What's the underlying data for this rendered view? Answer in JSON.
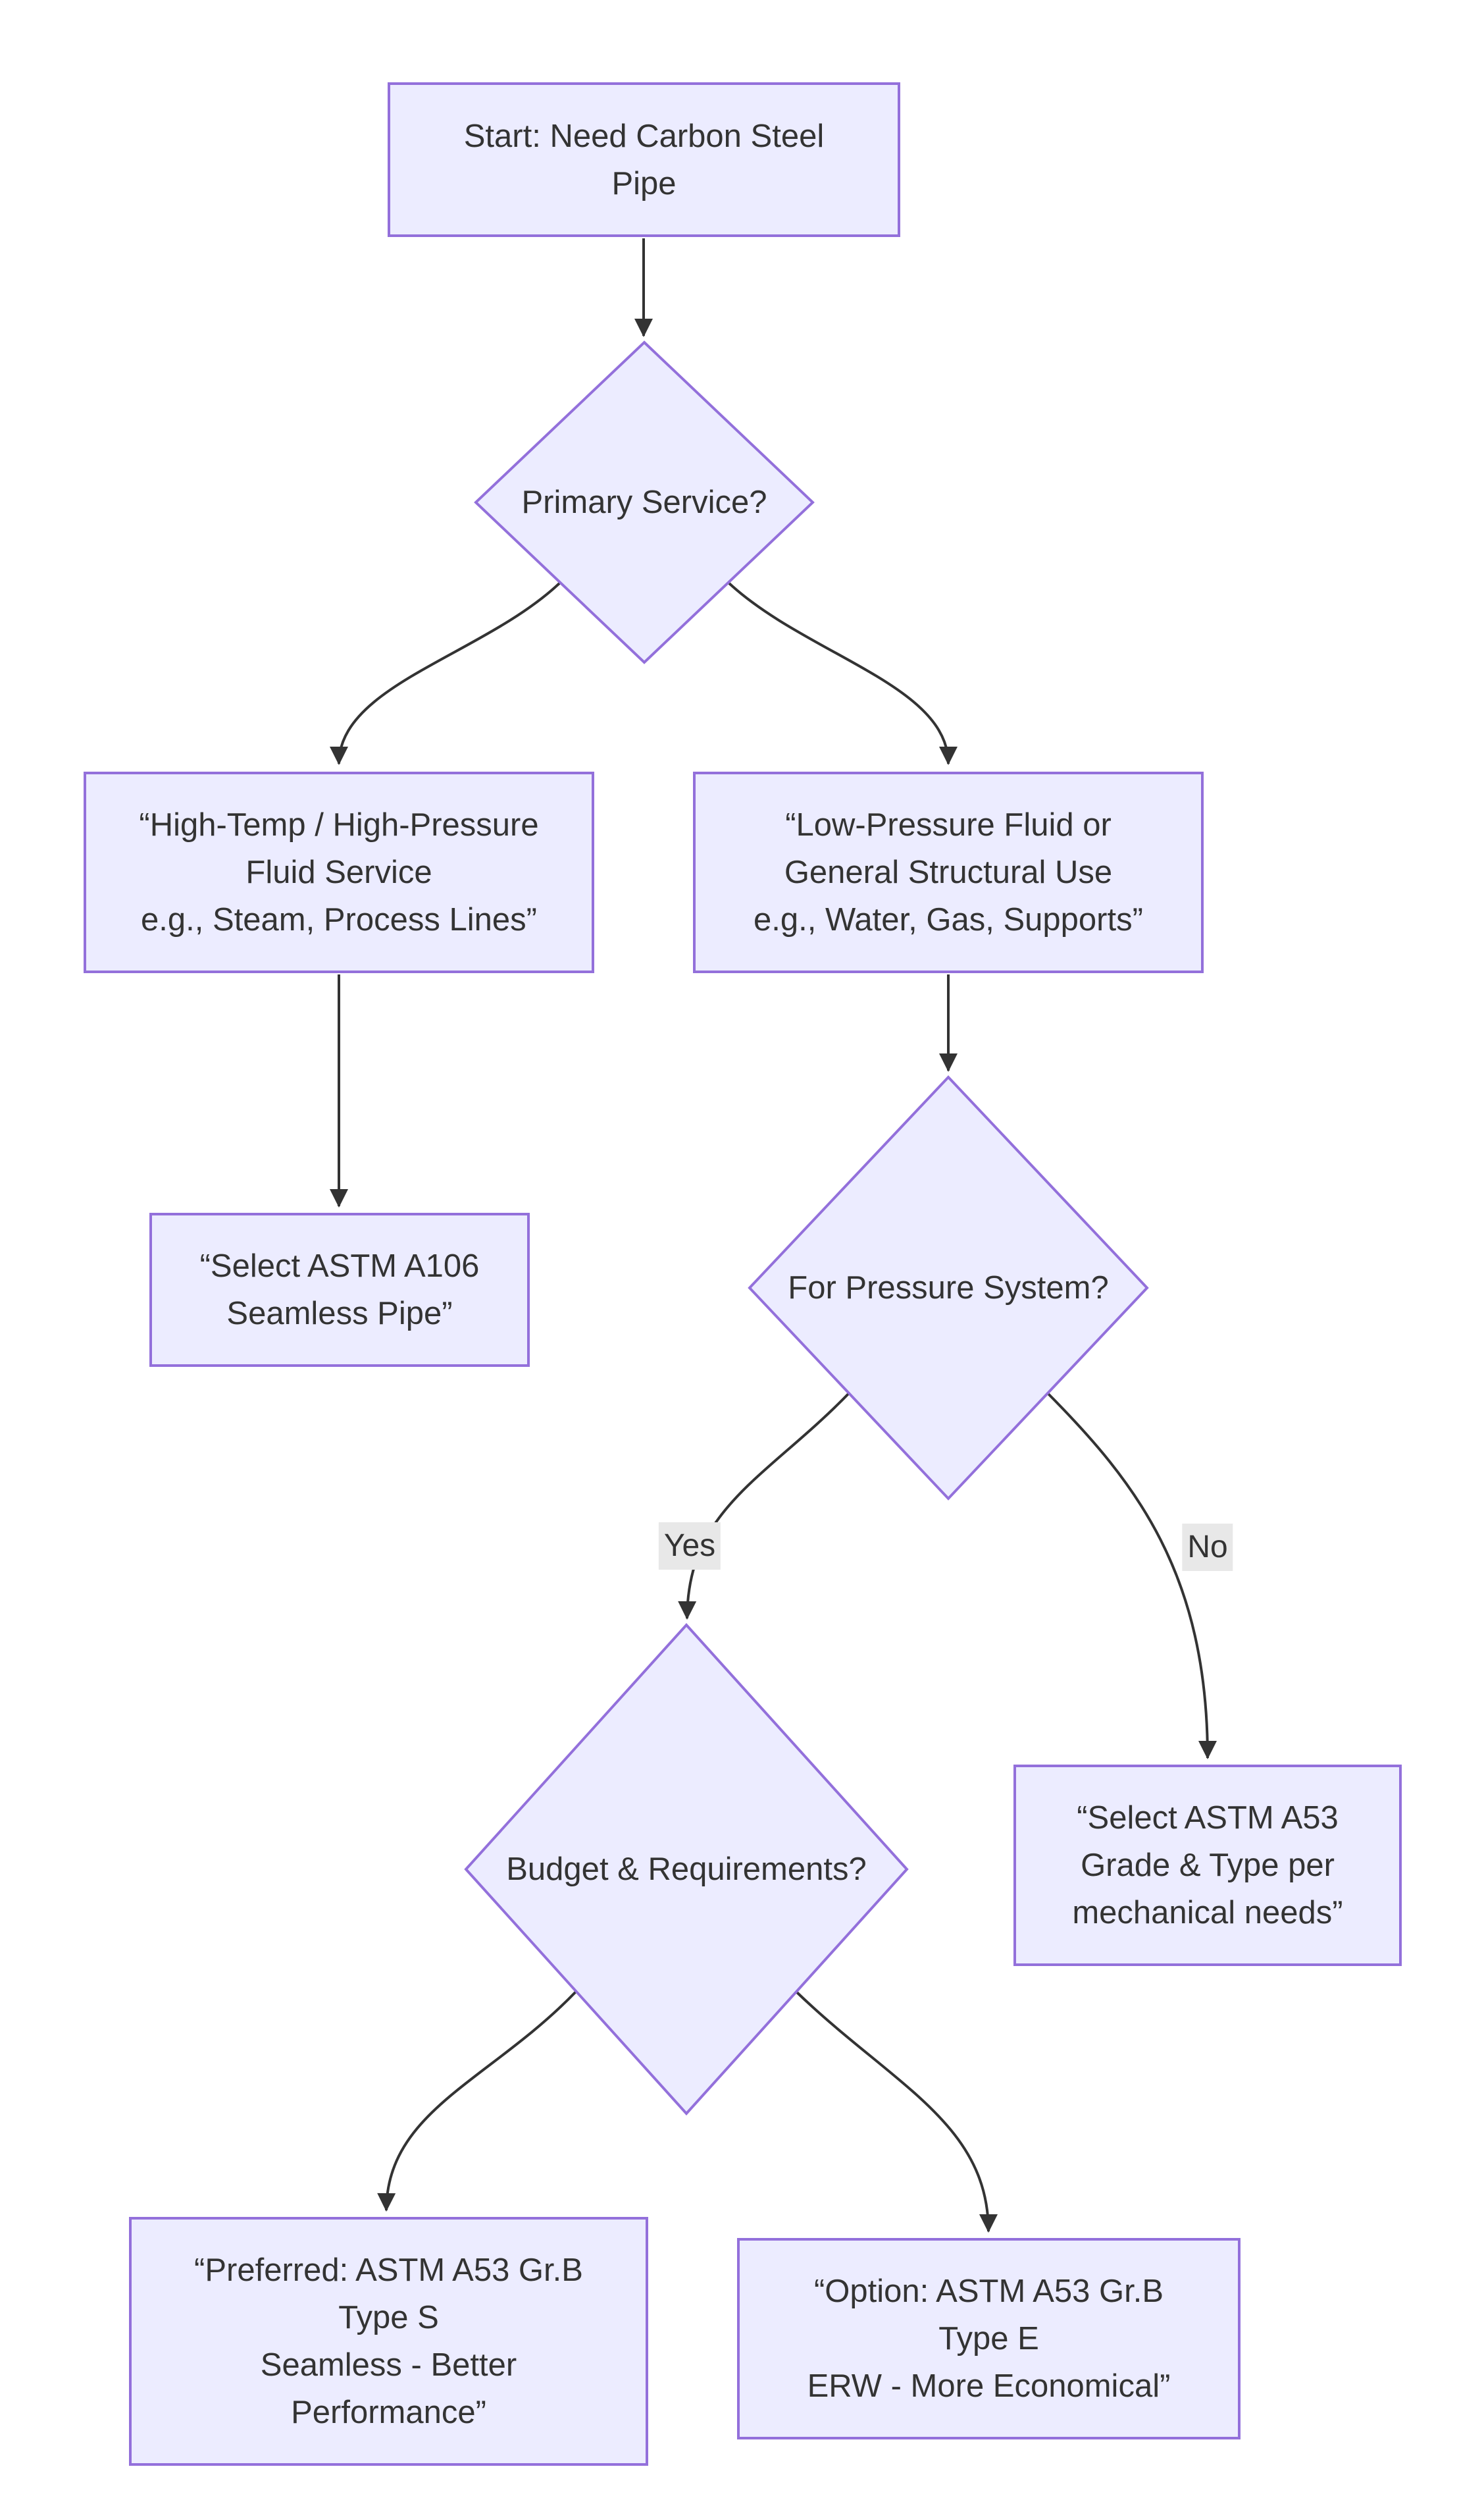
{
  "diagram": {
    "background": "#ffffff",
    "node_fill": "#ECECFF",
    "node_border": "#9370DB",
    "text_color": "#333333",
    "edge_color": "#333333",
    "edge_label_bg": "#e8e8e8"
  },
  "nodes": {
    "start": {
      "lines": [
        "Start: Need Carbon Steel",
        "Pipe"
      ]
    },
    "primary_service": {
      "label": "Primary Service?"
    },
    "high_temp": {
      "lines": [
        "“High-Temp / High-Pressure",
        "Fluid Service",
        "e.g., Steam, Process Lines”"
      ]
    },
    "low_pressure": {
      "lines": [
        "“Low-Pressure Fluid or",
        "General Structural Use",
        "e.g., Water, Gas, Supports”"
      ]
    },
    "a106": {
      "lines": [
        "“Select ASTM A106",
        "Seamless Pipe”"
      ]
    },
    "pressure_system": {
      "label": "For Pressure System?"
    },
    "budget": {
      "label": "Budget & Requirements?"
    },
    "a53_mech": {
      "lines": [
        "“Select ASTM A53",
        "Grade & Type per",
        "mechanical needs”"
      ]
    },
    "a53_type_s": {
      "lines": [
        "“Preferred: ASTM A53 Gr.B",
        "Type S",
        "Seamless - Better",
        "Performance”"
      ]
    },
    "a53_type_e": {
      "lines": [
        "“Option: ASTM A53 Gr.B",
        "Type E",
        "ERW - More Economical”"
      ]
    }
  },
  "edge_labels": {
    "yes": "Yes",
    "no": "No"
  }
}
